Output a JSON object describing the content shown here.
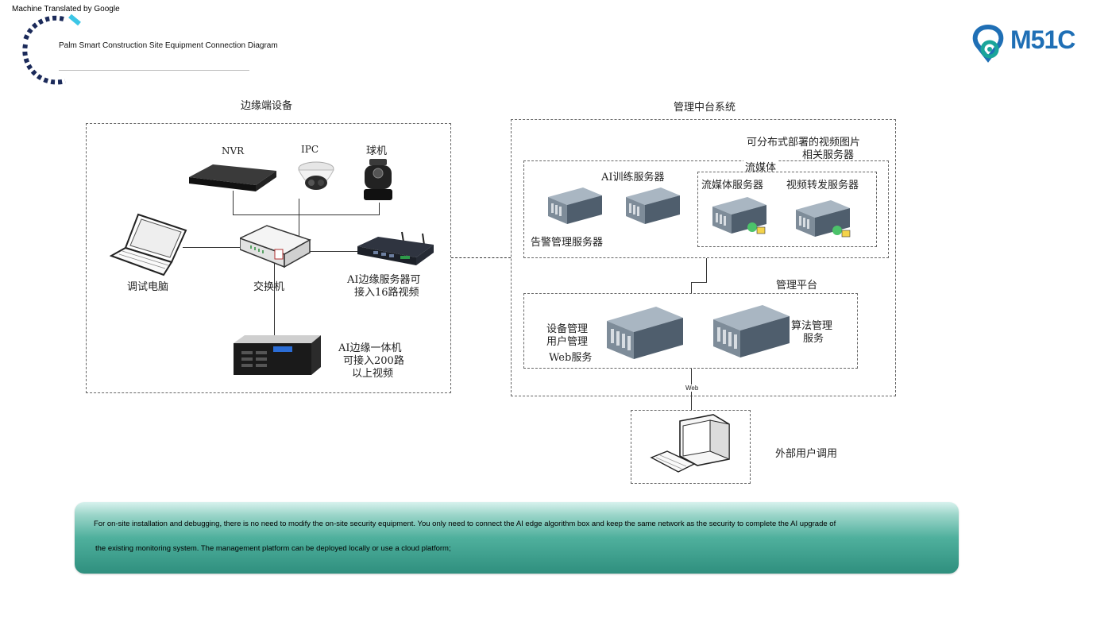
{
  "header": {
    "machine_translated_label": "Machine Translated by Google",
    "doc_title": "Palm Smart Construction Site Equipment Connection Diagram",
    "logo_text": "M51C",
    "colors": {
      "logo_blue": "#1f6fb5",
      "logo_teal": "#1aa59a",
      "ring_navy": "#1b2a5a",
      "ring_cyan": "#3cc6e6"
    }
  },
  "edge_section": {
    "title": "边缘端设备",
    "devices": {
      "nvr": "NVR",
      "ipc": "IPC",
      "dome": "球机",
      "laptop": "调试电脑",
      "switch": "交换机",
      "edge_server_line1": "AI边缘服务器可",
      "edge_server_line2": "接入16路视频",
      "edge_allinone_line1": "AI边缘一体机",
      "edge_allinone_line2": "可接入200路",
      "edge_allinone_line3": "以上视频"
    }
  },
  "mgmt_section": {
    "title": "管理中台系统",
    "servers_caption_line1": "可分布式部署的视频图片",
    "servers_caption_line2": "相关服务器",
    "ai_training": "AI训练服务器",
    "alarm_mgmt": "告警管理服务器",
    "streaming_group": "流媒体",
    "streaming_server": "流媒体服务器",
    "video_forward": "视频转发服务器",
    "platform_title": "管理平台",
    "device_mgmt": "设备管理",
    "user_mgmt": "用户管理",
    "web_service": "Web服务",
    "algo_mgmt_line1": "算法管理",
    "algo_mgmt_line2": "服务"
  },
  "external": {
    "web_link": "Web",
    "label": "外部用户调用"
  },
  "note": {
    "line1": "For on-site installation and debugging, there is no need to modify the on-site security equipment. You only need to connect the AI edge algorithm box and keep the same network as the security to complete the AI upgrade of",
    "line2": "the existing monitoring system. The management platform can be deployed locally or use a cloud platform;",
    "colors": {
      "top": "#d8f2ee",
      "bottom": "#2f8f7e"
    }
  }
}
